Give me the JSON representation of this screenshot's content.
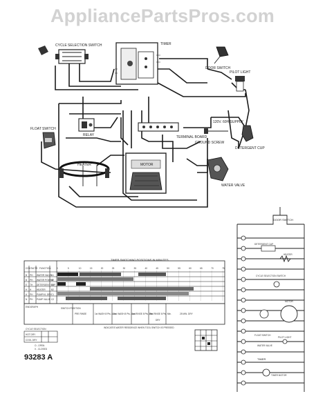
{
  "watermark": "AppliancePartsPros.com",
  "pictorial": {
    "cycle_selection_switch": "CYCLE SELECTION SWITCH",
    "timer": "TIMER",
    "door_switch": "DOOR SWITCH",
    "pilot_light": "PILOT LIGHT",
    "float_switch": "FLOAT SWITCH",
    "relay": "RELAY",
    "terminal_board": "TERMINAL BOARD",
    "supply": "120V. 60H SUPPLY",
    "ground_screw": "GROUND SCREW",
    "detergent_cup": "DETERGENT CUP",
    "heater": "HEATER",
    "motor": "MOTOR",
    "water_valve": "WATER VALVE"
  },
  "timing_chart": {
    "header": "TIMER SWITCHING POSITIONS IN MINUTES",
    "col_contacts": "CONTACTS",
    "col_function": "FUNCTION",
    "minutes": [
      "0",
      "5",
      "10",
      "15",
      "20",
      "25",
      "30",
      "35",
      "40",
      "45",
      "50",
      "55",
      "60",
      "65",
      "70",
      "75"
    ],
    "rows": [
      {
        "contacts": "B",
        "num": "PH",
        "function": "WATER VALVE",
        "code": "A1"
      },
      {
        "contacts": "B",
        "num": "PH",
        "function": "WATER POWER",
        "code": "A2"
      },
      {
        "contacts": "E",
        "num": "TH",
        "function": "DETERGENT CUP",
        "code": "B1"
      },
      {
        "contacts": "H",
        "num": "H",
        "function": "HEATER",
        "code": "B2"
      },
      {
        "contacts": "A",
        "num": "PH",
        "function": "PUMP/VL DRY",
        "code": "C1"
      },
      {
        "contacts": "N",
        "num": "PH",
        "function": "PUMP VALVE",
        "code": "C2"
      }
    ],
    "endgraph": "ENDGRAPH",
    "switch_position": "SWITCH POSITION",
    "cycle_labels": [
      "PRE RINSE",
      "1st WASH 8 Pts. Max.",
      "2nd WASH 8 Pts. Max.",
      "1st RINSE 8 Pts. Min.",
      "2nd RINSE 8 Pts. Min.",
      "DRY",
      "25 MIN. DRY"
    ],
    "cycle_selection": "CYCLE SELECTION",
    "cycle_sel_rows": [
      "HOT DRY",
      "COOL DRY"
    ],
    "legend": [
      "O - OPEN",
      "X - CLOSED"
    ],
    "footnote": "INDICATES WATER RESIDENCE WHEN TOOL SWITCH IS PRESSED"
  },
  "part_number": "93283 A",
  "schematic": {
    "door_switch": "DOOR SWITCH",
    "detergent_cup": "DETERGENT CUP",
    "heater": "HEATER",
    "cycle_selection_switch": "CYCLE SELECTION SWITCH",
    "motor": "MOTOR",
    "float_switch": "FLOAT SWITCH",
    "pilot_light": "PILOT LIGHT",
    "water_valve": "WATER VALVE",
    "timer": "TIMER",
    "timer_motor": "TIMER MOTOR"
  }
}
